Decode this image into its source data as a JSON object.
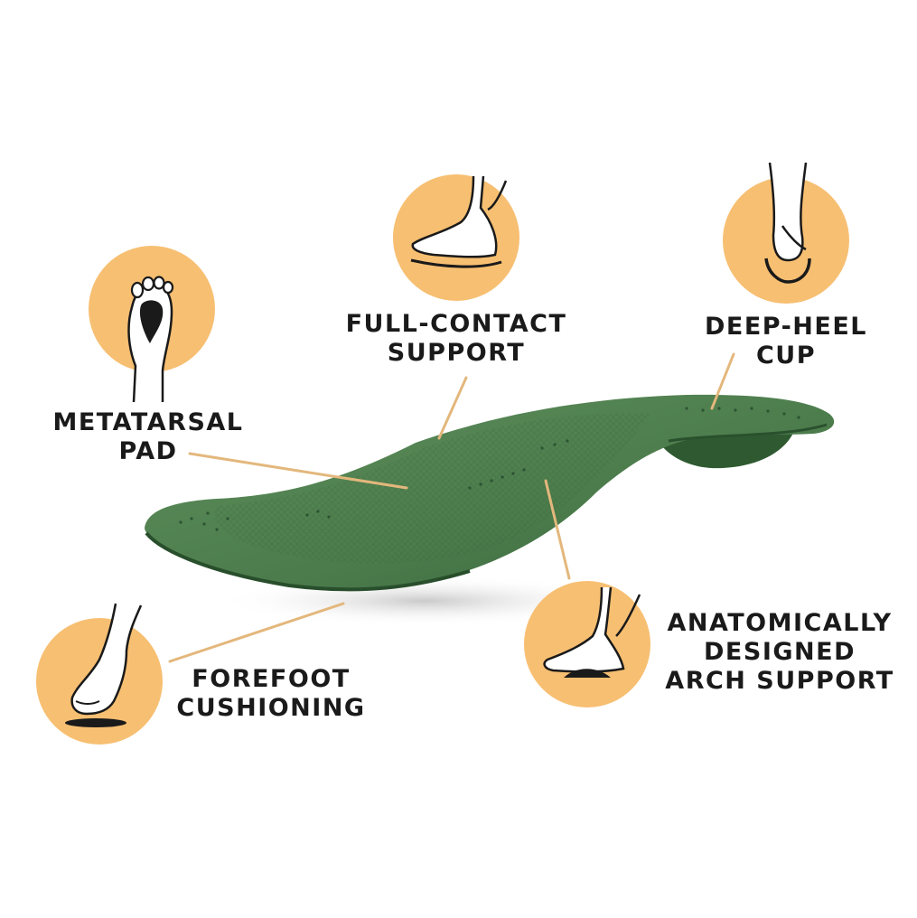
{
  "colors": {
    "circle": "#f7bf72",
    "leader": "#e3b77c",
    "insole": "#4d7d4d",
    "insole_dark": "#2f5a31",
    "ink": "#1a1a1a"
  },
  "features": [
    {
      "id": "metatarsal-pad",
      "lines": [
        "METATARSAL",
        "PAD"
      ],
      "icon": "foot-sole-icon"
    },
    {
      "id": "full-contact-support",
      "lines": [
        "FULL-CONTACT",
        "SUPPORT"
      ],
      "icon": "foot-side-icon"
    },
    {
      "id": "deep-heel-cup",
      "lines": [
        "DEEP-HEEL",
        "CUP"
      ],
      "icon": "heel-cup-icon"
    },
    {
      "id": "forefoot-cushioning",
      "lines": [
        "FOREFOOT",
        "CUSHIONING"
      ],
      "icon": "foot-tiptoe-icon"
    },
    {
      "id": "arch-support",
      "lines": [
        "ANATOMICALLY",
        "DESIGNED",
        "ARCH SUPPORT"
      ],
      "icon": "foot-arch-icon"
    }
  ]
}
